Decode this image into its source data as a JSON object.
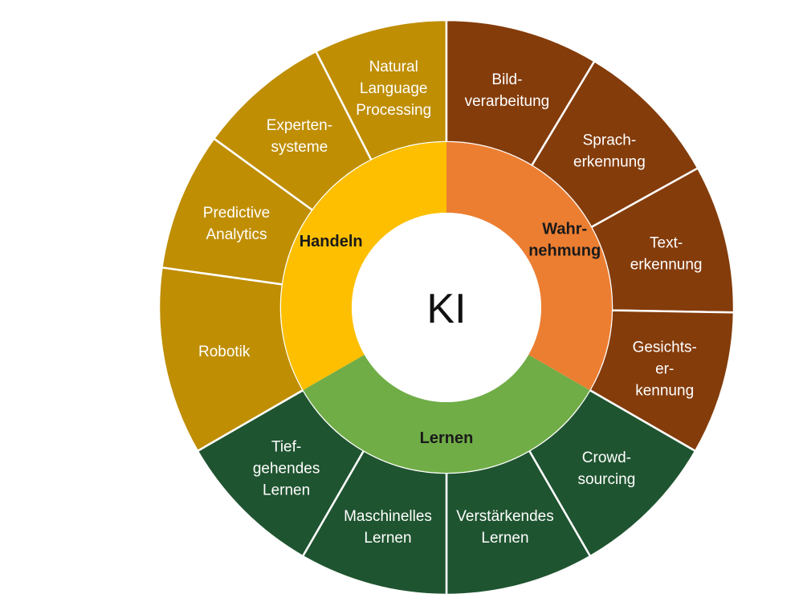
{
  "center": {
    "label": "KI"
  },
  "categories": [
    {
      "id": "handeln",
      "label": "Handeln",
      "inner_color": "#FDBF00",
      "outer_color": "#BF8E02",
      "segments": [
        {
          "label": "Robotik"
        },
        {
          "label": "Predictive Analytics"
        },
        {
          "label": "Experten- systeme"
        },
        {
          "label": "Natural Language Processing"
        }
      ]
    },
    {
      "id": "wahrnehmung",
      "label": "Wahr- nehmung",
      "inner_color": "#EC7E32",
      "outer_color": "#843C0B",
      "segments": [
        {
          "label": "Bild- verarbeitung"
        },
        {
          "label": "Sprach- erkennung"
        },
        {
          "label": "Text- erkennung"
        },
        {
          "label": "Gesichts- er- kennung"
        }
      ]
    },
    {
      "id": "lernen",
      "label": "Lernen",
      "inner_color": "#70AD47",
      "outer_color": "#1F5430",
      "segments": [
        {
          "label": "Crowd- sourcing"
        },
        {
          "label": "Verstärkendes Lernen"
        },
        {
          "label": "Maschinelles Lernen"
        },
        {
          "label": "Tief- gehendes Lernen"
        }
      ]
    }
  ]
}
